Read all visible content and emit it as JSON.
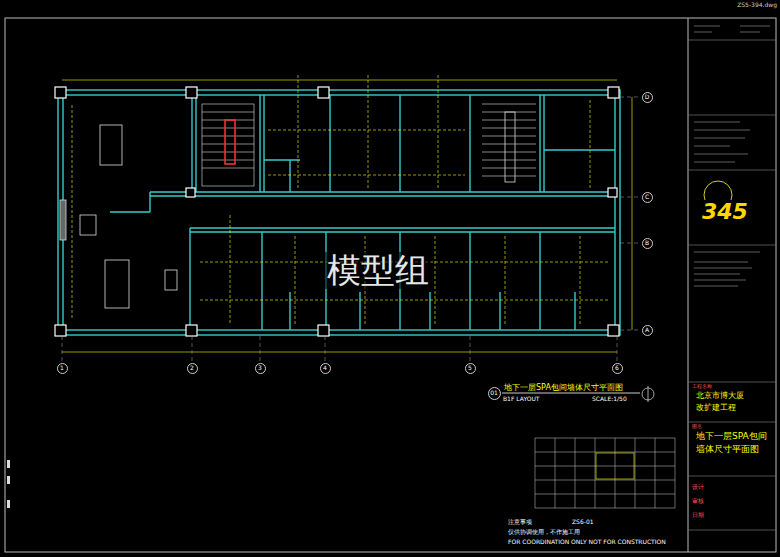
{
  "diagram": {
    "nodes": [
      {
        "text": [
          "1"
        ]
      },
      {
        "text": [
          "2"
        ]
      },
      {
        "text": [
          "3"
        ]
      },
      {
        "text": [
          "4"
        ]
      },
      {
        "text": [
          "5"
        ]
      },
      {
        "text": [
          "6"
        ]
      },
      {
        "text": [
          "D"
        ]
      },
      {
        "text": [
          "C"
        ]
      },
      {
        "text": [
          "B"
        ]
      },
      {
        "text": [
          "A"
        ]
      },
      {
        "text": [
          "01"
        ]
      }
    ],
    "labels": [
      "ZS5-394.dwg",
      "模型组",
      "地下一层SPA包间墙体尺寸平面图",
      "B1F LAYOUT",
      "SCALE:1/50",
      "北京市博大厦",
      "改扩建工程",
      "地下一层SPA包间",
      "墙体尺寸平面图",
      "345",
      "注意事项",
      "ZS6-01",
      "仅供协调使用，不作施工用",
      "FOR COORDINATION ONLY NOT FOR CONSTRUCTION",
      "工程名称",
      "图名",
      "设计",
      "审核",
      "日期"
    ]
  }
}
